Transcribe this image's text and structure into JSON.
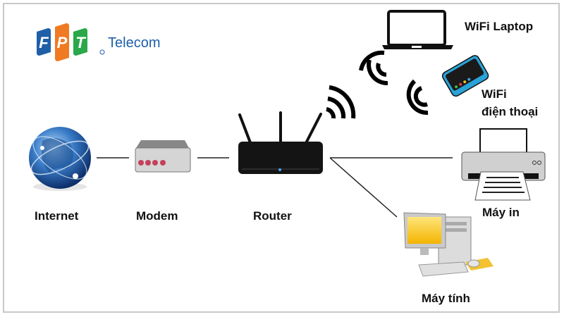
{
  "logo": {
    "letters": [
      "F",
      "P",
      "T"
    ],
    "brand_text": "Telecom",
    "colors": {
      "f": "#1f5fa8",
      "p": "#f07a22",
      "t": "#2aa84a"
    }
  },
  "nodes": {
    "internet": "Internet",
    "modem": "Modem",
    "router": "Router",
    "laptop": "WiFi Laptop",
    "phone_line1": "WiFi",
    "phone_line2": "điện thoại",
    "printer": "Máy in",
    "computer": "Máy tính"
  },
  "edges": [
    {
      "from": "internet",
      "to": "modem",
      "type": "wired"
    },
    {
      "from": "modem",
      "to": "router",
      "type": "wired"
    },
    {
      "from": "router",
      "to": "printer",
      "type": "wired"
    },
    {
      "from": "router",
      "to": "computer",
      "type": "wired"
    },
    {
      "from": "router",
      "to": "laptop",
      "type": "wifi"
    },
    {
      "from": "router",
      "to": "phone",
      "type": "wifi"
    }
  ]
}
